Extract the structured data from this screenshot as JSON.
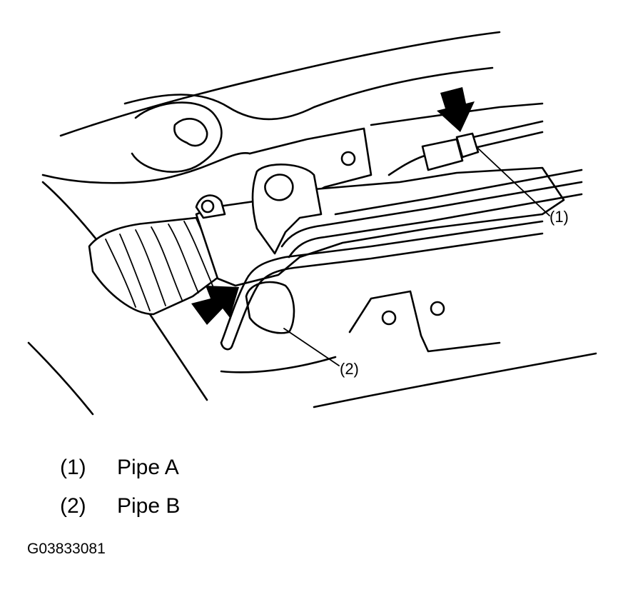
{
  "diagram": {
    "callouts": [
      {
        "id": "1",
        "text": "(1)"
      },
      {
        "id": "2",
        "text": "(2)"
      }
    ],
    "legend": [
      {
        "number": "(1)",
        "label": "Pipe A"
      },
      {
        "number": "(2)",
        "label": "Pipe B"
      }
    ],
    "figure_id": "G03833081"
  }
}
